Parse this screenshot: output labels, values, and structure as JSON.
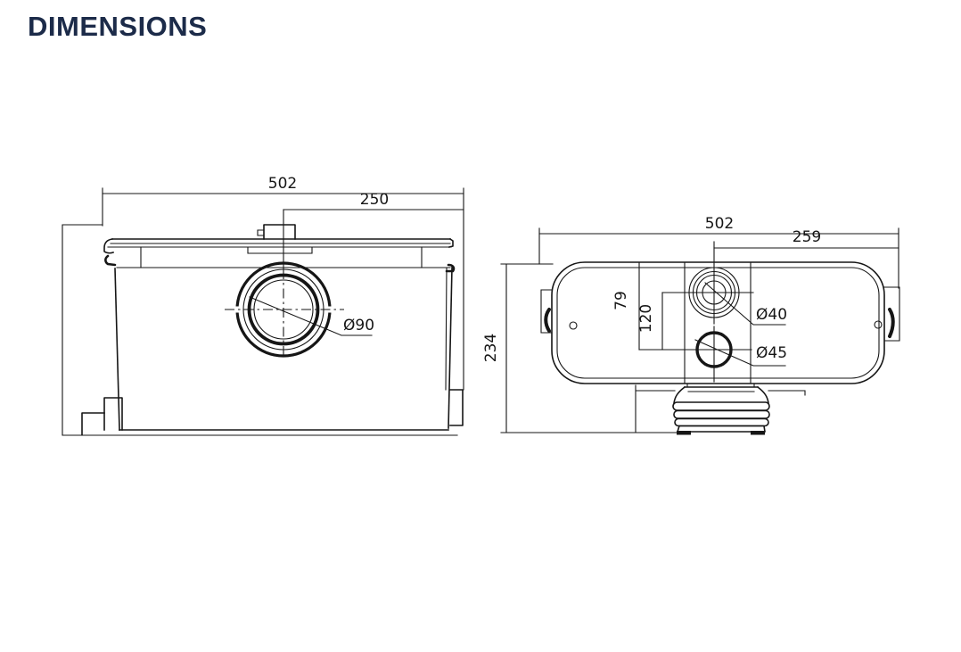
{
  "title": "DIMENSIONS",
  "colors": {
    "accent": "#1c2b49",
    "line": "#161616"
  },
  "views": {
    "side": {
      "label": "side view drawing",
      "dim_total_width": "502",
      "dim_center_to_right": "250",
      "dim_inlet_diameter": "Ø90"
    },
    "top": {
      "label": "top view drawing",
      "dim_total_width": "502",
      "dim_center_to_right": "259",
      "dim_port_offset": "79",
      "dim_port_spacing": "120",
      "dim_inlet_small": "Ø40",
      "dim_inlet_large": "Ø45",
      "dim_total_height": "234"
    }
  }
}
